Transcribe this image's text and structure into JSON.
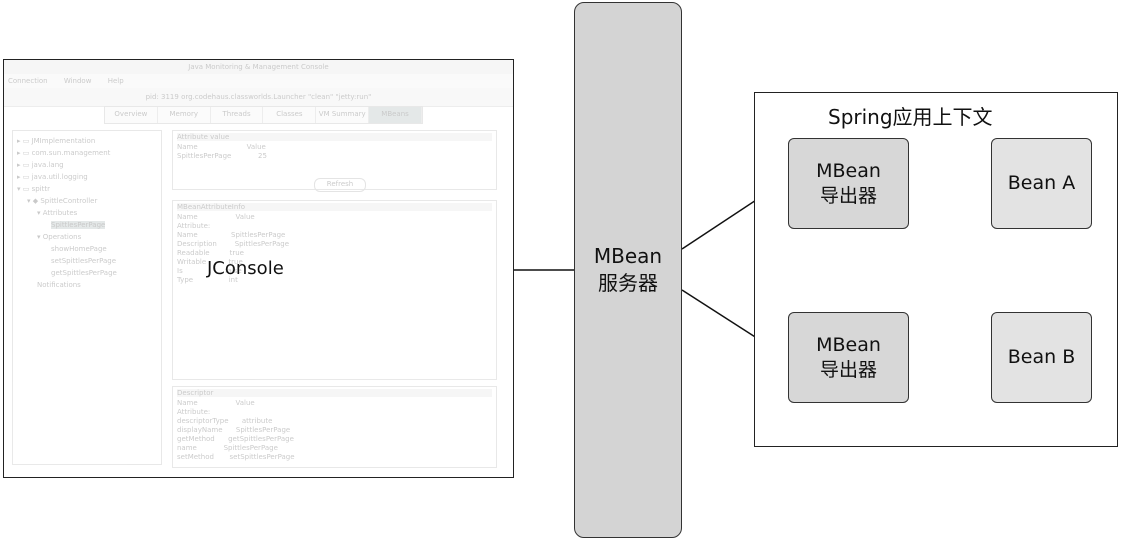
{
  "jconsole": {
    "label": "JConsole",
    "window_title": "Java Monitoring & Management Console",
    "menu": [
      "Connection",
      "Window",
      "Help"
    ],
    "address": "pid: 3119 org.codehaus.classworlds.Launcher \"clean\" \"jetty:run\"",
    "tabs": [
      "Overview",
      "Memory",
      "Threads",
      "Classes",
      "VM Summary",
      "MBeans"
    ],
    "tree": [
      "JMImplementation",
      "com.sun.management",
      "java.lang",
      "java.util.logging",
      "spittr",
      "SpittleController",
      "Attributes",
      "SpittlesPerPage",
      "Operations",
      "showHomePage",
      "setSpittlesPerPage",
      "getSpittlesPerPage",
      "Notifications"
    ],
    "attr_panel": {
      "title": "Attribute value",
      "rows": [
        "Name",
        "Value",
        "SpittlesPerPage",
        "25"
      ],
      "refresh": "Refresh"
    },
    "info_panel": {
      "title": "MBeanAttributeInfo",
      "rows": [
        "Name",
        "Value",
        "Attribute:",
        "Name",
        "SpittlesPerPage",
        "Description",
        "SpittlesPerPage",
        "Readable",
        "true",
        "Writable",
        "true",
        "Is",
        "false",
        "Type",
        "int"
      ]
    },
    "desc_panel": {
      "title": "Descriptor",
      "rows": [
        "Name",
        "Value",
        "Attribute:",
        "descriptorType",
        "attribute",
        "displayName",
        "SpittlesPerPage",
        "getMethod",
        "getSpittlesPerPage",
        "name",
        "SpittlesPerPage",
        "setMethod",
        "setSpittlesPerPage"
      ]
    }
  },
  "server": {
    "line1": "MBean",
    "line2": "服务器"
  },
  "context": {
    "title": "Spring应用上下文"
  },
  "exporter_a": {
    "line1": "MBean",
    "line2": "导出器"
  },
  "exporter_b": {
    "line1": "MBean",
    "line2": "导出器"
  },
  "bean_a": {
    "label": "Bean A"
  },
  "bean_b": {
    "label": "Bean B"
  }
}
